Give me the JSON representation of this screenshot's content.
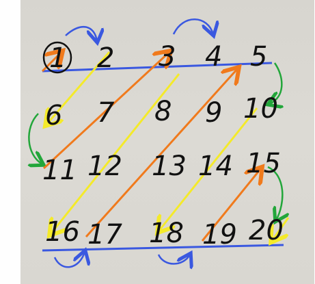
{
  "grid": {
    "rows": [
      [
        "1",
        "2",
        "3",
        "4",
        "5"
      ],
      [
        "6",
        "7",
        "8",
        "9",
        "10"
      ],
      [
        "11",
        "12",
        "13",
        "14",
        "15"
      ],
      [
        "16",
        "17",
        "18",
        "19",
        "20"
      ]
    ]
  },
  "colors": {
    "paper": "#d9d7d1",
    "ink": "#111111",
    "blue_arrow": "#3a58e0",
    "green_arrow": "#22a63a",
    "orange_arrow": "#f07a1c",
    "yellow_arrow": "#f4ea2a"
  }
}
